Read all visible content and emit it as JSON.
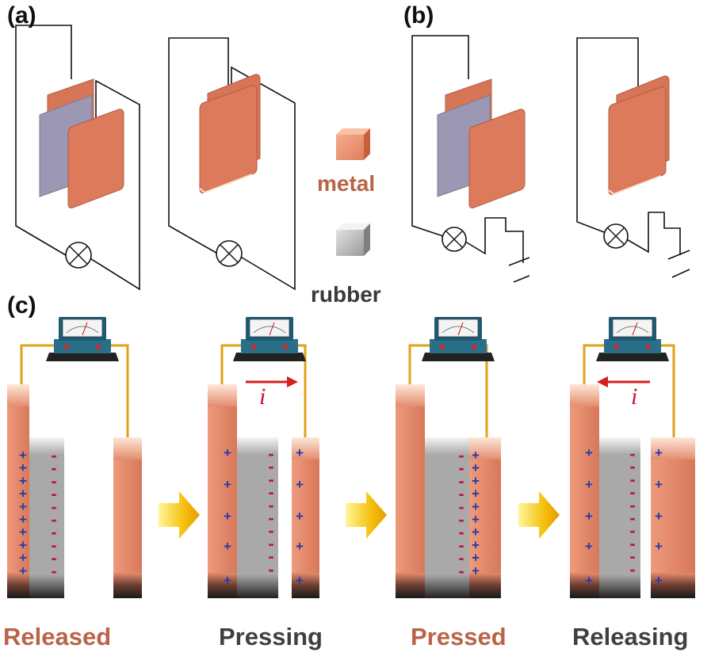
{
  "panels": {
    "a": "(a)",
    "b": "(b)",
    "c": "(c)"
  },
  "legend": {
    "metal": "metal",
    "rubber": "rubber"
  },
  "current_symbol": "i",
  "charges": {
    "positive": "+",
    "negative": "-"
  },
  "stages": [
    {
      "label": "Released",
      "color": "#b86448"
    },
    {
      "label": "Pressing",
      "color": "#3f3f3f"
    },
    {
      "label": "Pressed",
      "color": "#b86448"
    },
    {
      "label": "Releasing",
      "color": "#3f3f3f"
    }
  ],
  "colors": {
    "metal": "#e48c6e",
    "metal_dark": "#b8624a",
    "rubber": "#a9a9a9",
    "rubber_side": "#9c98b4",
    "plus": "#2b3aa8",
    "minus": "#c0163f",
    "arrow": "#d71e1e",
    "wire": "#e1a21b",
    "shift_arrow": "#f5c211"
  }
}
